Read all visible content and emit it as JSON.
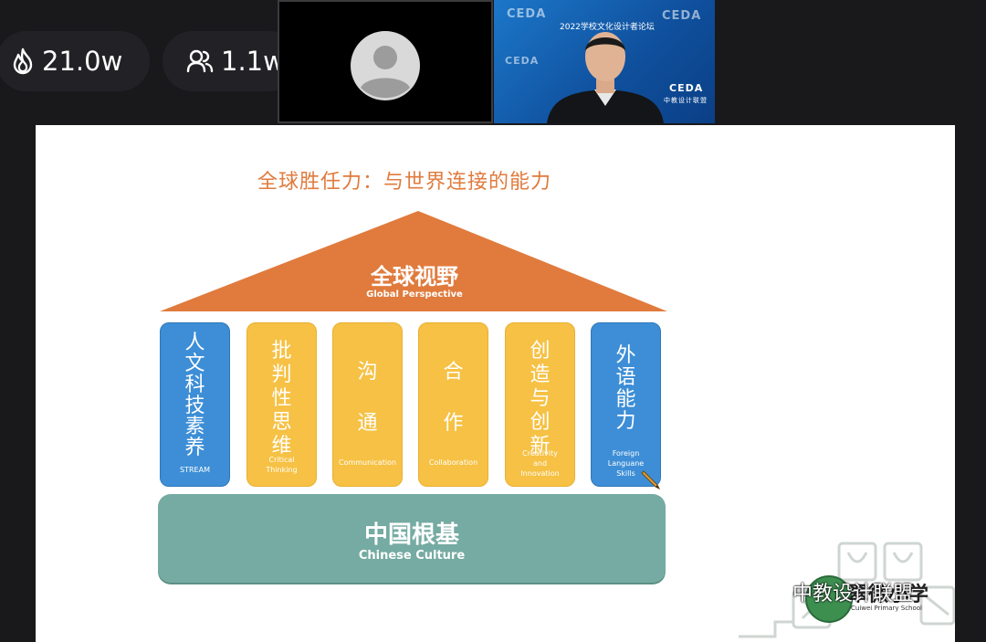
{
  "stats": {
    "views": {
      "icon": "flame-icon",
      "value": "21.0w"
    },
    "viewers": {
      "icon": "users-icon",
      "value": "1.1w"
    }
  },
  "video": {
    "placeholder_icon": "avatar-placeholder-icon",
    "banner_logo": "CEDA",
    "banner_subtitle": "中教设计联盟",
    "conference_title": "2022学校文化设计者论坛"
  },
  "slide": {
    "title": "全球胜任力：与世界连接的能力",
    "roof": {
      "cn": "全球视野",
      "en": "Global Perspective"
    },
    "pillars": [
      {
        "cn": "人\n文\n科\n技\n素\n养",
        "en": "STREAM",
        "color": "#3d8ed6"
      },
      {
        "cn": "批\n判\n性\n思\n维",
        "en": "Critical\nThinking",
        "color": "#f6c144"
      },
      {
        "cn": "沟\n\n通",
        "en": "Communication",
        "color": "#f6c144"
      },
      {
        "cn": "合\n\n作",
        "en": "Collaboration",
        "color": "#f6c144"
      },
      {
        "cn": "创\n造\n与\n创\n新",
        "en": "Creativity\nand\nInnovation",
        "color": "#f6c144"
      },
      {
        "cn": "外\n语\n能\n力",
        "en": "Foreign\nLanguane\nSkills",
        "color": "#3d8ed6"
      }
    ],
    "base": {
      "cn": "中国根基",
      "en": "Chinese Culture"
    },
    "school": {
      "cn": "翠微小学",
      "en": "Cuiwei Primary School"
    }
  },
  "watermark": {
    "icon": "wechat-icon",
    "text": "中教设计联盟"
  },
  "colors": {
    "roof": "#e07b3d",
    "title": "#e07b3d",
    "blue": "#3d8ed6",
    "yellow": "#f6c144",
    "base": "#75aba2"
  }
}
